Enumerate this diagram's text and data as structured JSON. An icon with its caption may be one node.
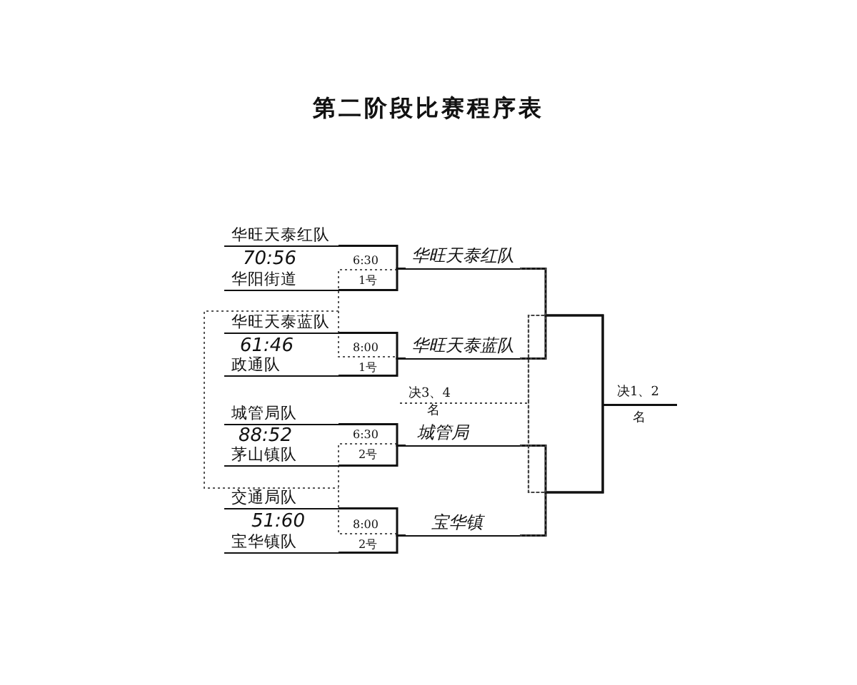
{
  "diagram": {
    "title": "第二阶段比赛程序表",
    "nodes": [
      {
        "text": [
          "华旺天泰红队"
        ]
      },
      {
        "text": [
          "华阳街道"
        ]
      },
      {
        "text": [
          "华旺天泰蓝队"
        ]
      },
      {
        "text": [
          "政通队"
        ]
      },
      {
        "text": [
          "城管局队"
        ]
      },
      {
        "text": [
          "茅山镇队"
        ]
      },
      {
        "text": [
          "交通局队"
        ]
      },
      {
        "text": [
          "宝华镇队"
        ]
      },
      {
        "text": [
          "华旺天泰红队"
        ]
      },
      {
        "text": [
          "华旺天泰蓝队"
        ]
      },
      {
        "text": [
          "城管局"
        ]
      },
      {
        "text": [
          "宝华镇"
        ]
      },
      {
        "text": [
          "决1、2",
          "名"
        ]
      },
      {
        "text": [
          "决3、4",
          "名"
        ]
      }
    ],
    "edges": [
      {
        "from": 0,
        "to": 8,
        "arrow": "none"
      },
      {
        "from": 1,
        "to": 8,
        "arrow": "none"
      },
      {
        "from": 2,
        "to": 9,
        "arrow": "none"
      },
      {
        "from": 3,
        "to": 9,
        "arrow": "none"
      },
      {
        "from": 4,
        "to": 10,
        "arrow": "none"
      },
      {
        "from": 5,
        "to": 10,
        "arrow": "none"
      },
      {
        "from": 6,
        "to": 11,
        "arrow": "none"
      },
      {
        "from": 7,
        "to": 11,
        "arrow": "none"
      },
      {
        "from": 8,
        "to": 12,
        "arrow": "none"
      },
      {
        "from": 9,
        "to": 12,
        "arrow": "none"
      },
      {
        "from": 10,
        "to": 12,
        "arrow": "none"
      },
      {
        "from": 11,
        "to": 12,
        "arrow": "none"
      },
      {
        "from": 8,
        "to": 13,
        "arrow": "none",
        "style": "dashed"
      },
      {
        "from": 9,
        "to": 13,
        "arrow": "none",
        "style": "dashed"
      },
      {
        "from": 10,
        "to": 13,
        "arrow": "none",
        "style": "dashed"
      },
      {
        "from": 11,
        "to": 13,
        "arrow": "none",
        "style": "dashed"
      }
    ],
    "labels": [
      "70:56",
      "6:30",
      "1号",
      "61:46",
      "8:00",
      "1号",
      "88:52",
      "6:30",
      "2号",
      "51:60",
      "8:00",
      "2号"
    ]
  }
}
